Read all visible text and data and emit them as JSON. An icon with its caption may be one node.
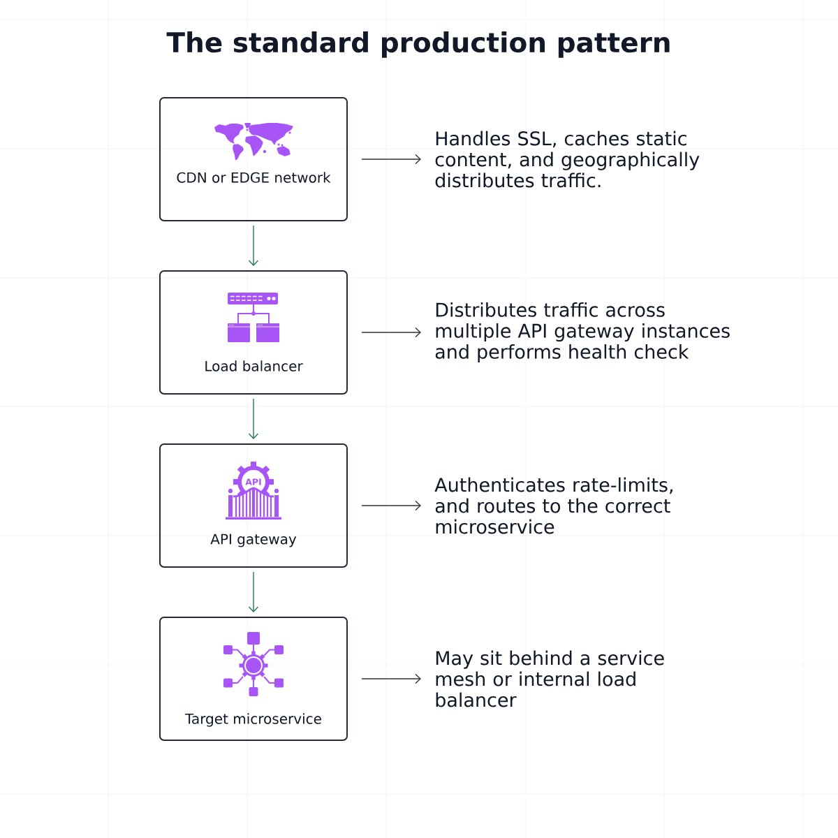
{
  "diagram": {
    "title": "The standard production pattern",
    "nodes": [
      {
        "text": [
          "CDN or EDGE network"
        ]
      },
      {
        "text": [
          "Handles SSL, caches static content, and geographically distributes traffic."
        ]
      },
      {
        "text": [
          "Load balancer"
        ]
      },
      {
        "text": [
          "Distributes traffic across multiple API gateway instances and performs health check"
        ]
      },
      {
        "text": [
          "API",
          "API gateway"
        ]
      },
      {
        "text": [
          "Authenticates rate-limits, and routes to the correct microservice"
        ]
      },
      {
        "text": [
          "Target microservice"
        ]
      },
      {
        "text": [
          "May sit behind a service mesh or internal load balancer"
        ]
      }
    ],
    "edges": [
      {
        "from": 0,
        "to": 1,
        "arrow": "to"
      },
      {
        "from": 0,
        "to": 2,
        "arrow": "to",
        "color": "#1d7a55"
      },
      {
        "from": 2,
        "to": 3,
        "arrow": "to"
      },
      {
        "from": 2,
        "to": 4,
        "arrow": "to",
        "color": "#1d7a55"
      },
      {
        "from": 4,
        "to": 5,
        "arrow": "to"
      },
      {
        "from": 4,
        "to": 6,
        "arrow": "to",
        "color": "#1d7a55"
      },
      {
        "from": 6,
        "to": 7,
        "arrow": "to"
      }
    ]
  }
}
